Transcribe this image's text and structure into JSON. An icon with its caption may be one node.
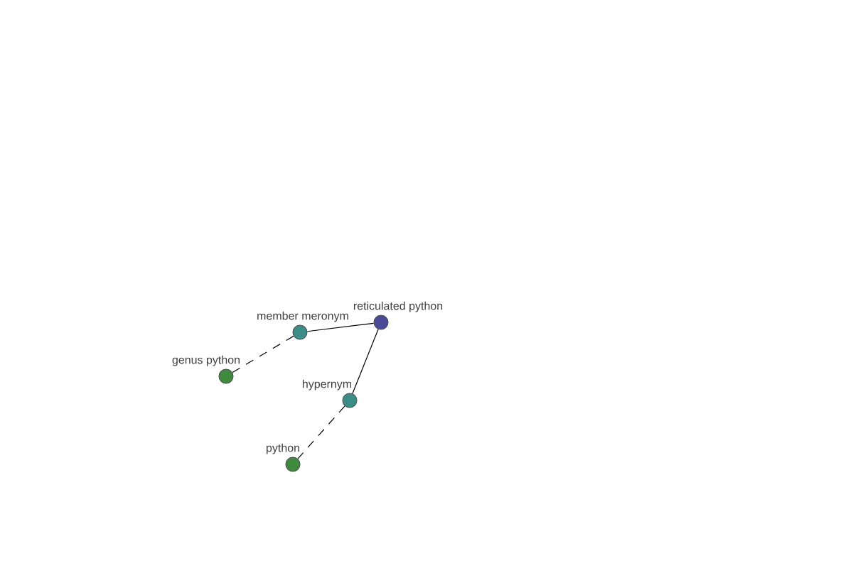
{
  "diagram": {
    "nodes": [
      {
        "text": [
          "reticulated python"
        ]
      },
      {
        "text": [
          "member meronym"
        ]
      },
      {
        "text": [
          "genus python"
        ]
      },
      {
        "text": [
          "hypernym"
        ]
      },
      {
        "text": [
          "python"
        ]
      }
    ],
    "edges": [
      {
        "from": 0,
        "to": 1,
        "arrow": "none"
      },
      {
        "from": 1,
        "to": 2,
        "arrow": "none",
        "style": "dashed"
      },
      {
        "from": 0,
        "to": 3,
        "arrow": "none"
      },
      {
        "from": 3,
        "to": 4,
        "arrow": "none",
        "style": "dashed"
      }
    ]
  }
}
